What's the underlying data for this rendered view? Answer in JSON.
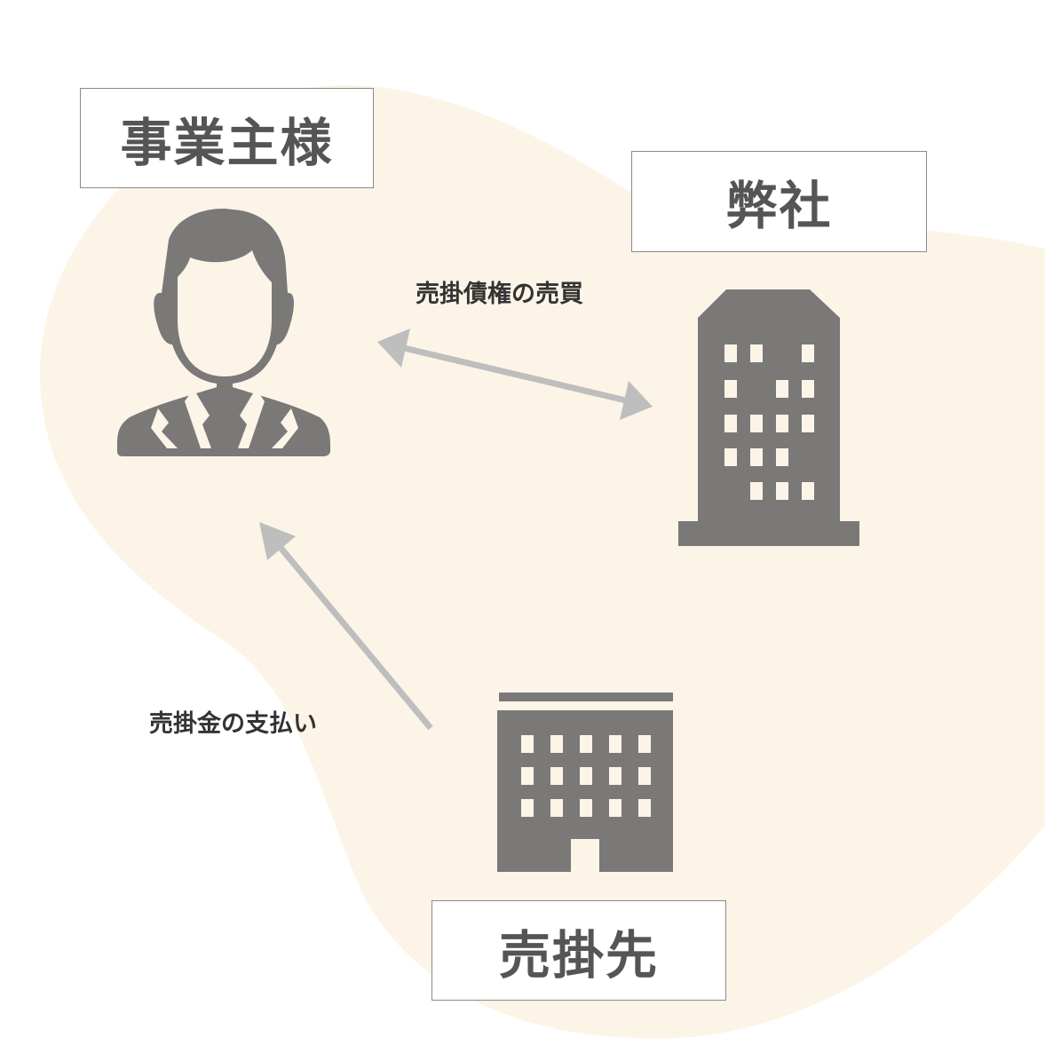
{
  "nodes": {
    "owner": {
      "label": "事業主様"
    },
    "company": {
      "label": "弊社"
    },
    "customer": {
      "label": "売掛先"
    }
  },
  "edges": {
    "sale": {
      "label": "売掛債権の売買",
      "direction": "bidirectional"
    },
    "payment": {
      "label": "売掛金の支払い",
      "direction": "customer-to-owner"
    }
  },
  "colors": {
    "blob": "#fdf4e8",
    "icon": "#7a7978",
    "arrow": "#bebebe",
    "border": "#8a8a8a"
  }
}
